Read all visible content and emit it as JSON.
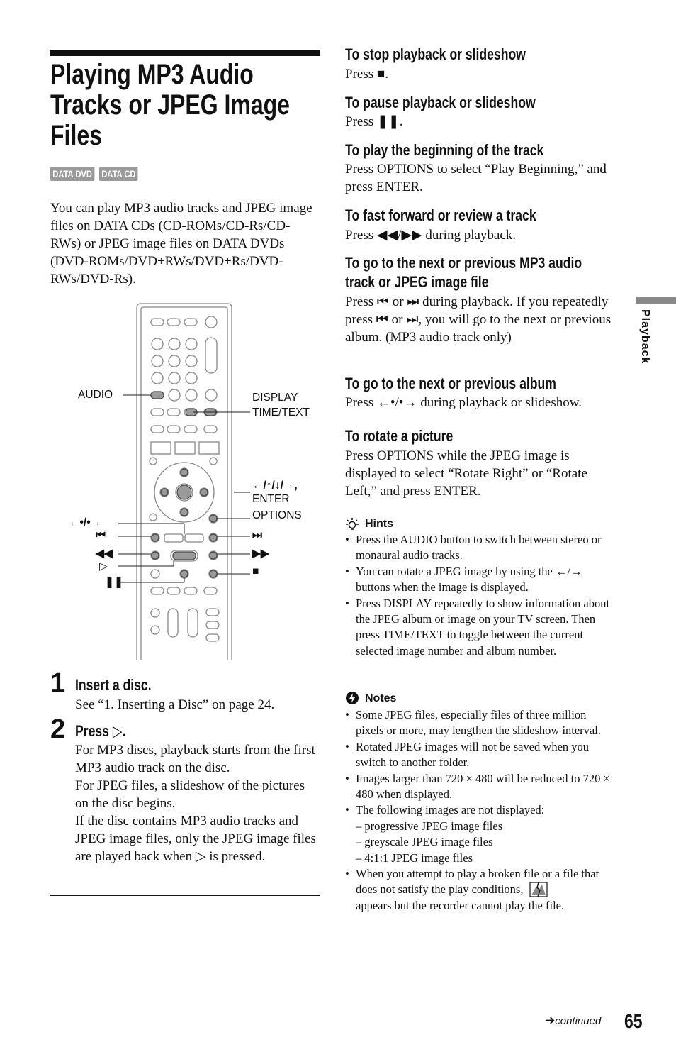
{
  "title": "Playing MP3 Audio Tracks or JPEG Image Files",
  "badges": [
    "DATA DVD",
    "DATA CD"
  ],
  "intro": "You can play MP3 audio tracks and JPEG image files on DATA CDs (CD-ROMs/CD-Rs/CD-RWs) or JPEG image files on DATA DVDs (DVD-ROMs/DVD+RWs/DVD+Rs/DVD-RWs/DVD-Rs).",
  "remote_labels": {
    "audio": "AUDIO",
    "display": "DISPLAY",
    "time_text": "TIME/TEXT",
    "arrows": "←/↑/↓/→,",
    "enter": "ENTER",
    "options": "OPTIONS",
    "slide_left": "←•/•→",
    "prev": "⏮",
    "next": "⏭",
    "rew": "◀◀",
    "ff": "▶▶",
    "play": "▷",
    "stop": "■",
    "pause": "❚❚"
  },
  "steps": [
    {
      "num": "1",
      "heading": "Insert a disc.",
      "body": "See “1. Inserting a Disc” on page 24."
    },
    {
      "num": "2",
      "heading": "Press ▷.",
      "body": "For MP3 discs, playback starts from the first MP3 audio track on the disc.\nFor JPEG files, a slideshow of the pictures on the disc begins.\nIf the disc contains MP3 audio tracks and JPEG image files, only the JPEG image files are played back when ▷ is pressed."
    }
  ],
  "sections": [
    {
      "heading": "To stop playback or slideshow",
      "body": "Press ■."
    },
    {
      "heading": "To pause playback or slideshow",
      "body": "Press ❚❚."
    },
    {
      "heading": "To play the beginning of the track",
      "body": "Press OPTIONS to select “Play Beginning,” and press ENTER."
    },
    {
      "heading": "To fast forward or review a track",
      "body": "Press ◀◀/▶▶ during playback."
    },
    {
      "heading": "To go to the next or previous MP3 audio track or JPEG image file",
      "body": "Press ⏮ or ⏭ during playback. If you repeatedly press ⏮ or ⏭, you will go to the next or previous album. (MP3 audio track only)"
    },
    {
      "heading": "To go to the next or previous album",
      "body": "Press ←•/•→ during playback or slideshow."
    },
    {
      "heading": "To rotate a picture",
      "body": "Press OPTIONS while the JPEG image is displayed to select “Rotate Right” or “Rotate Left,” and press ENTER."
    }
  ],
  "hints_heading": "Hints",
  "hints": [
    "Press the AUDIO button to switch between stereo or monaural audio tracks.",
    "You can rotate a JPEG image by using the ←/→ buttons when the image is displayed.",
    "Press DISPLAY repeatedly to show information about the JPEG album or image on your TV screen. Then press TIME/TEXT to toggle between the current selected image number and album number."
  ],
  "notes_heading": "Notes",
  "notes": [
    "Some JPEG files, especially files of three million pixels or more, may lengthen the slideshow interval.",
    "Rotated JPEG images will not be saved when you switch to another folder.",
    "Images larger than 720 × 480 will be reduced to 720 × 480 when displayed.",
    "The following images are not displayed:",
    "When you attempt to play a broken file or a file that does not satisfy the play conditions,",
    "appears but the recorder cannot play the file."
  ],
  "note_subitems": [
    "– progressive JPEG image files",
    "– greyscale JPEG image files",
    "– 4:1:1 JPEG image files"
  ],
  "side_tab": "Playback",
  "continued": "continued",
  "page_number": "65"
}
